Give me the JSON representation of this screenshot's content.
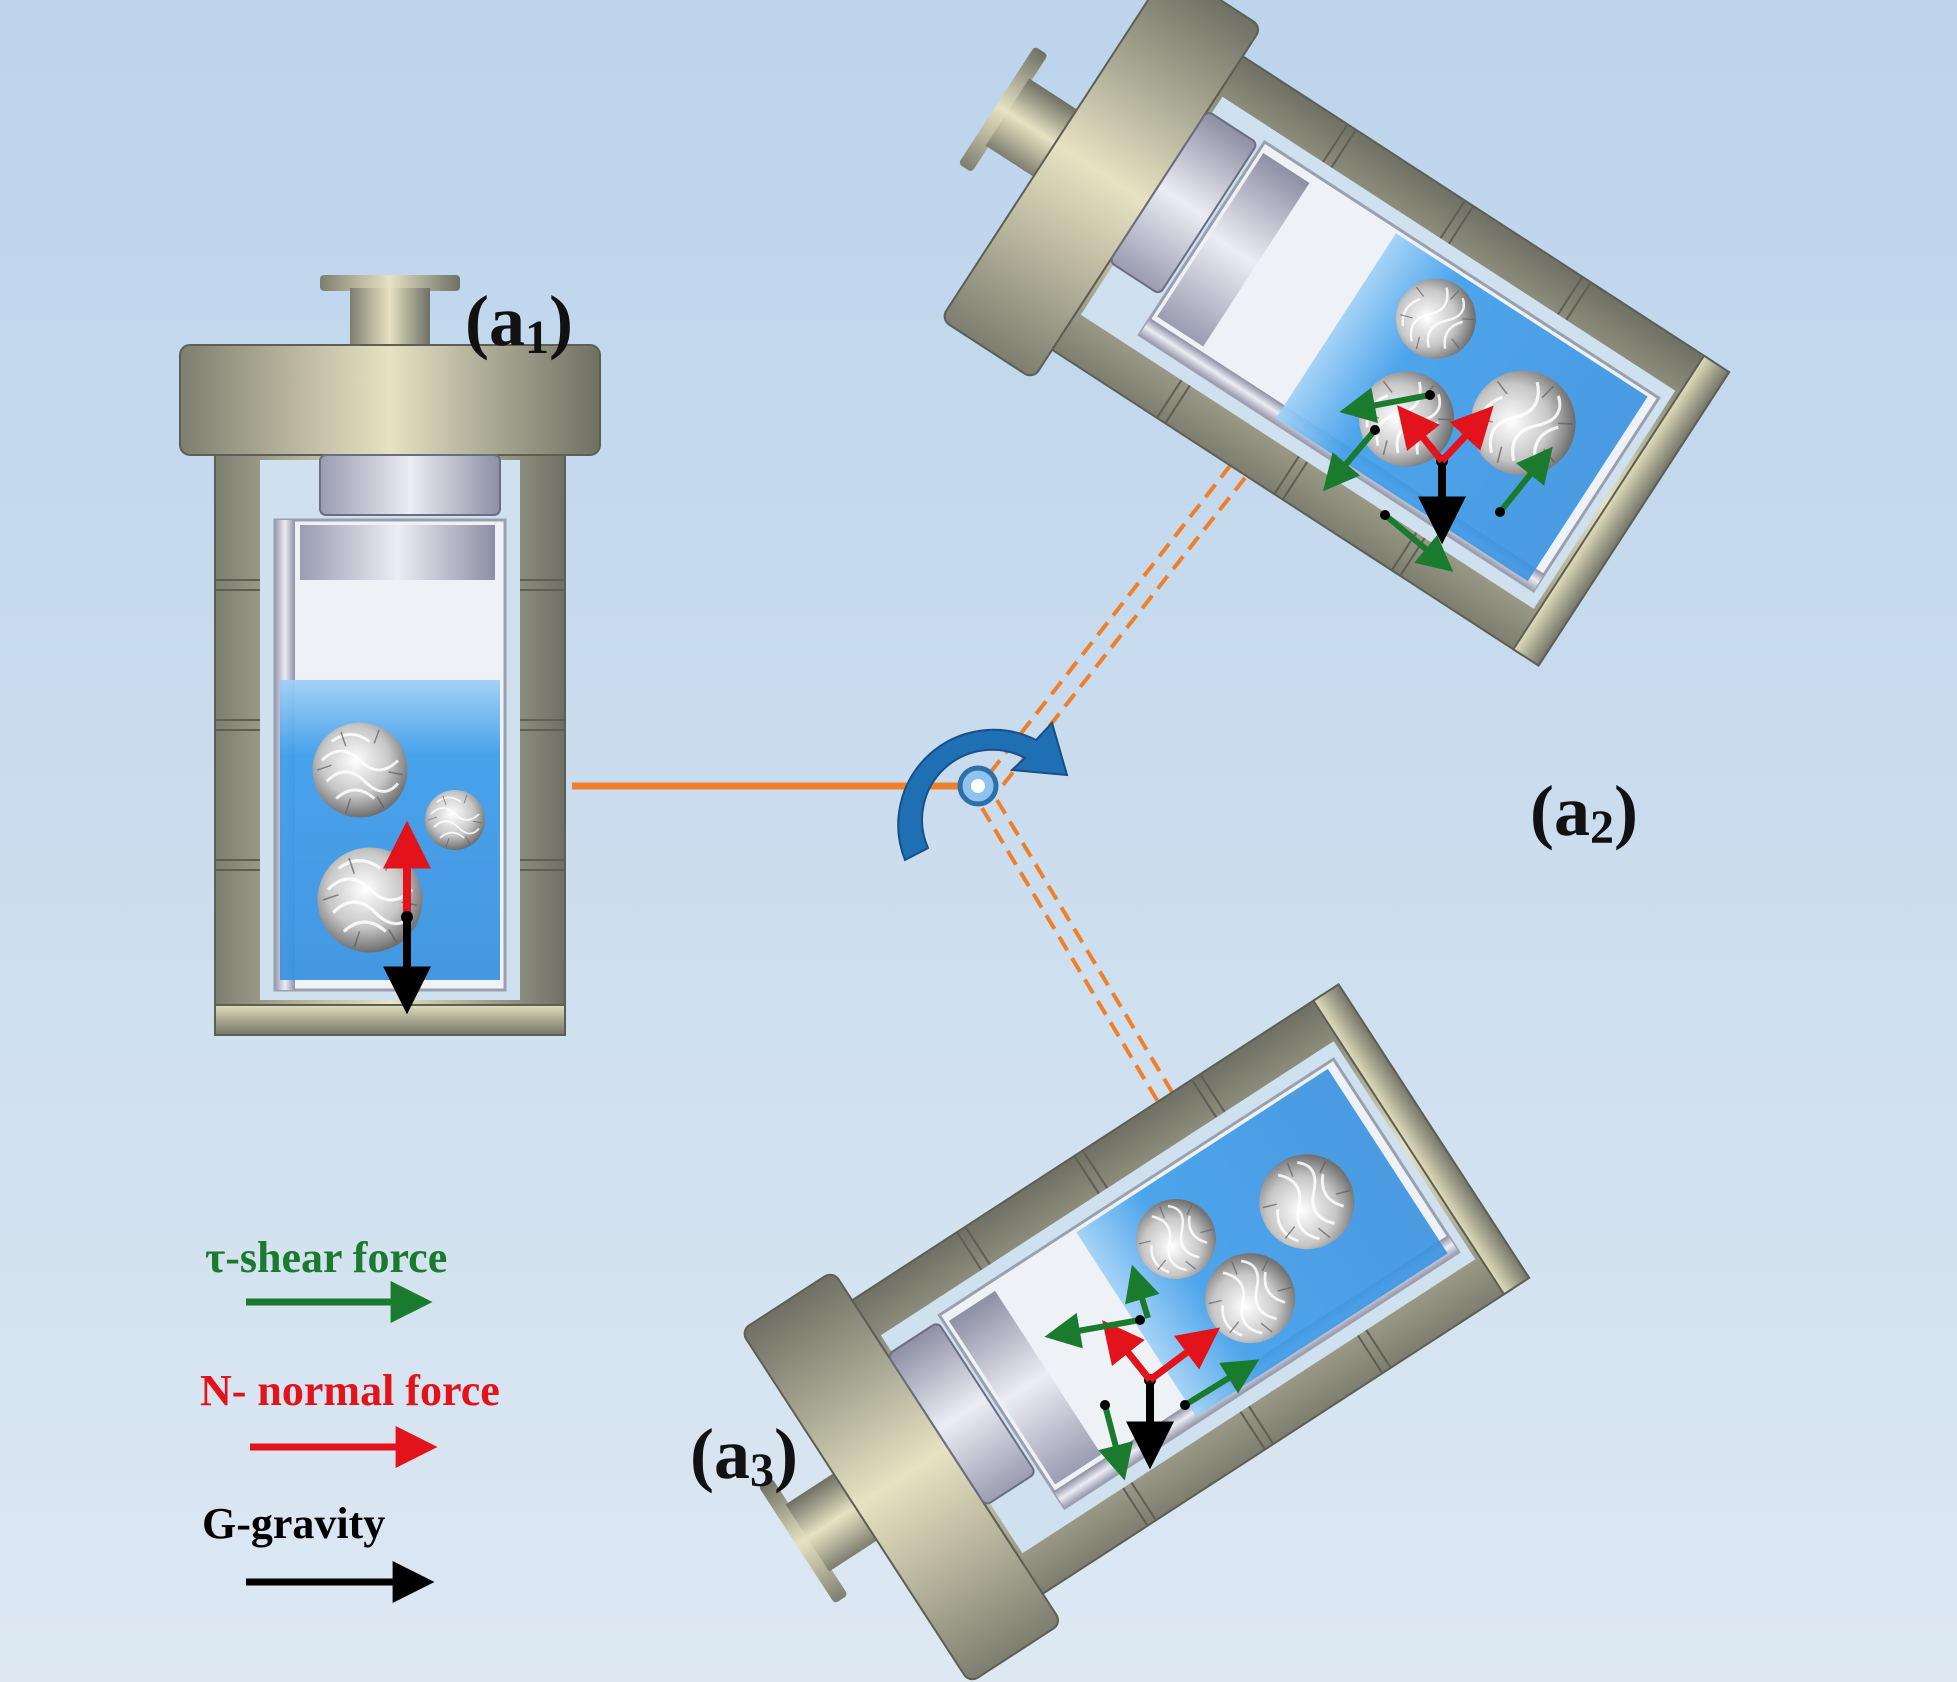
{
  "labels": {
    "a1": {
      "main": "(a",
      "sub": "1",
      "close": ")"
    },
    "a2": {
      "main": "(a",
      "sub": "2",
      "close": ")"
    },
    "a3": {
      "main": "(a",
      "sub": "3",
      "close": ")"
    }
  },
  "legend": {
    "shear": {
      "text": "τ-shear force",
      "color": "#1a7a2e"
    },
    "normal": {
      "text": "N- normal force",
      "color": "#e3131b"
    },
    "gravity": {
      "text": "G-gravity",
      "color": "#000000"
    }
  },
  "colors": {
    "metal": "#8f9080",
    "metal_light": "#d9d6b4",
    "liquid": "#3a97e6",
    "rotation_arrow": "#1f6fb5",
    "rod": "#f07f2a"
  },
  "icons": [
    "rotation-arrow-icon",
    "pivot-icon",
    "flower-particle-icon"
  ]
}
